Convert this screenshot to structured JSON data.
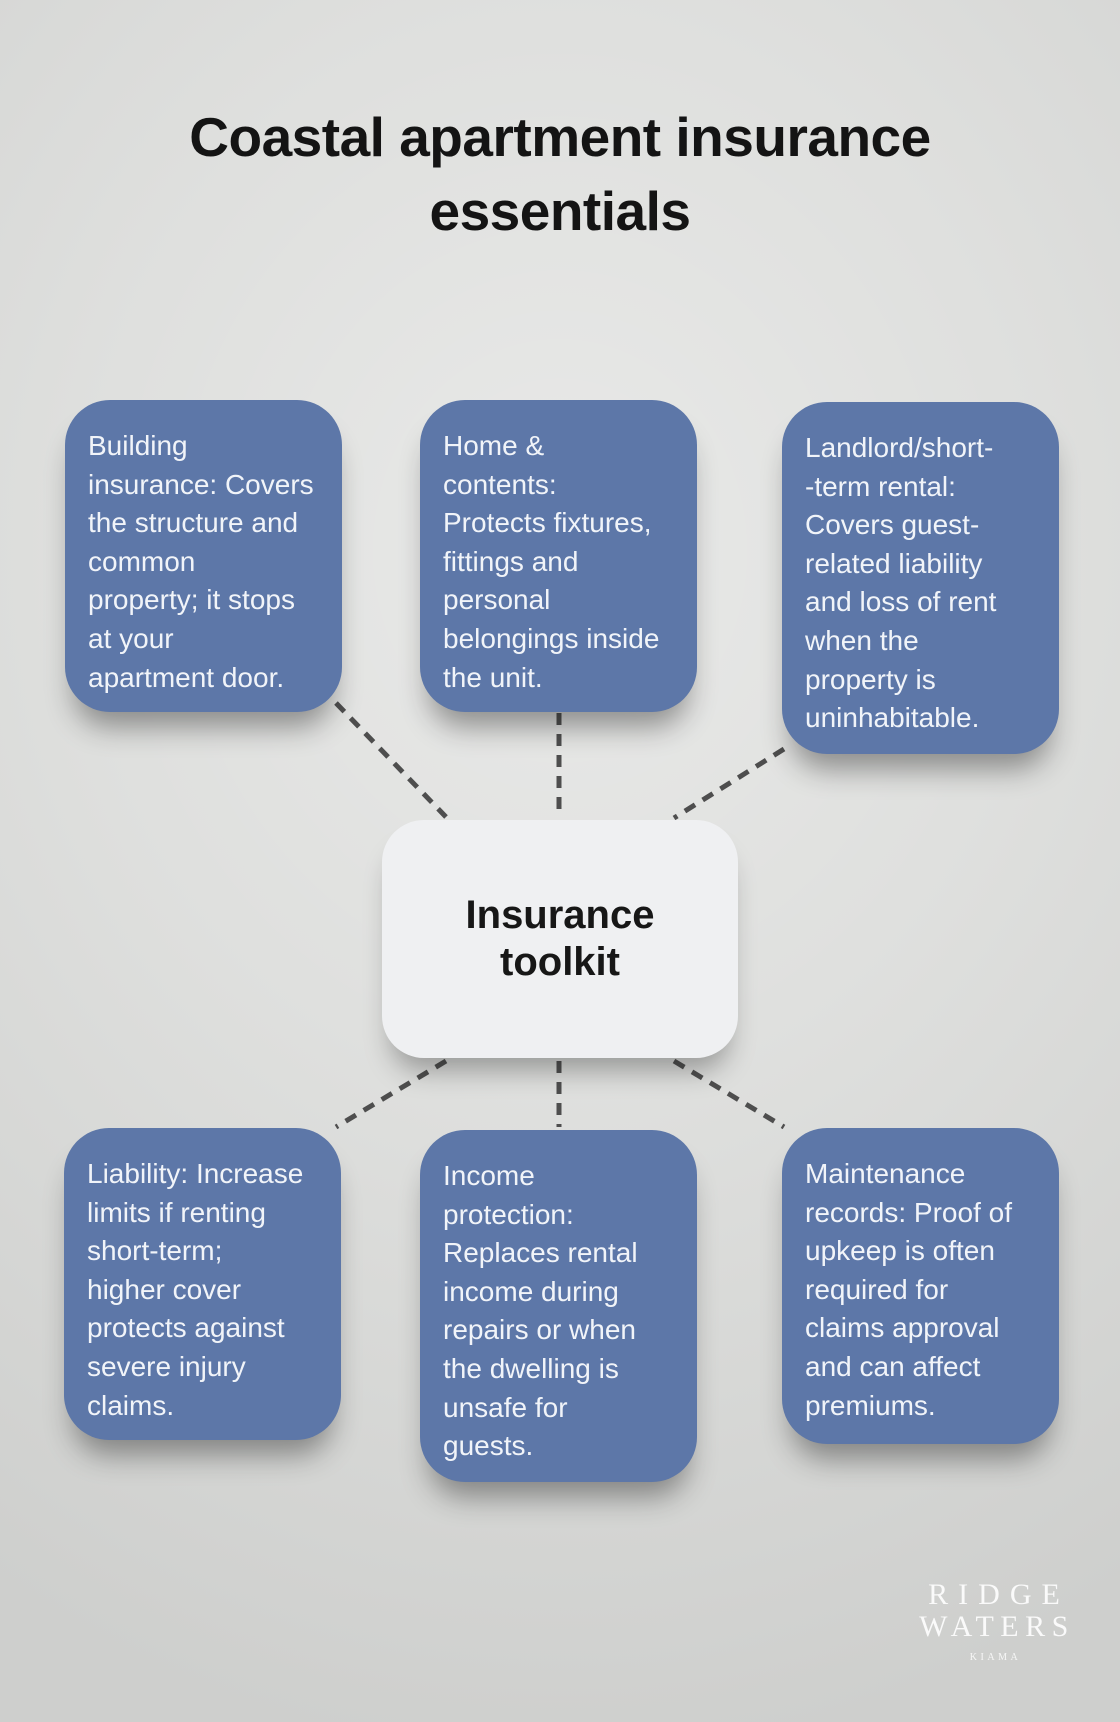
{
  "title": "Coastal apartment insurance\nessentials",
  "center": {
    "label": "Insurance\ntoolkit"
  },
  "nodes": [
    {
      "id": "building-insurance",
      "text": "Building\ninsurance: Covers\nthe structure and\ncommon\nproperty; it stops\nat your\napartment door."
    },
    {
      "id": "home-contents",
      "text": "Home &\ncontents:\nProtects fixtures,\nfittings and\npersonal\nbelongings inside\nthe unit."
    },
    {
      "id": "landlord-short-term-rental",
      "text": "Landlord/short-\n-term rental:\nCovers guest-\nrelated liability\nand loss of rent\nwhen the\nproperty is\nuninhabitable."
    },
    {
      "id": "liability",
      "text": "Liability: Increase\nlimits if renting\nshort-term;\nhigher cover\nprotects against\nsevere injury\nclaims."
    },
    {
      "id": "income-protection",
      "text": "Income\nprotection:\nReplaces rental\nincome during\nrepairs or when\nthe dwelling is\nunsafe for\nguests."
    },
    {
      "id": "maintenance-records",
      "text": "Maintenance\nrecords: Proof of\nupkeep is often\nrequired for\nclaims approval\nand can affect\npremiums."
    }
  ],
  "logo": {
    "line1": "RIDGE",
    "line2": "WATERS",
    "tagline": "KIAMA"
  },
  "colors": {
    "background": "#dbdcda",
    "node": "#5d77a8",
    "node_text": "#f1f4f9",
    "center_bg": "#eff0f2",
    "center_text": "#171717",
    "title": "#141414",
    "connector": "#4e4e4e",
    "logo": "#fafafa"
  }
}
